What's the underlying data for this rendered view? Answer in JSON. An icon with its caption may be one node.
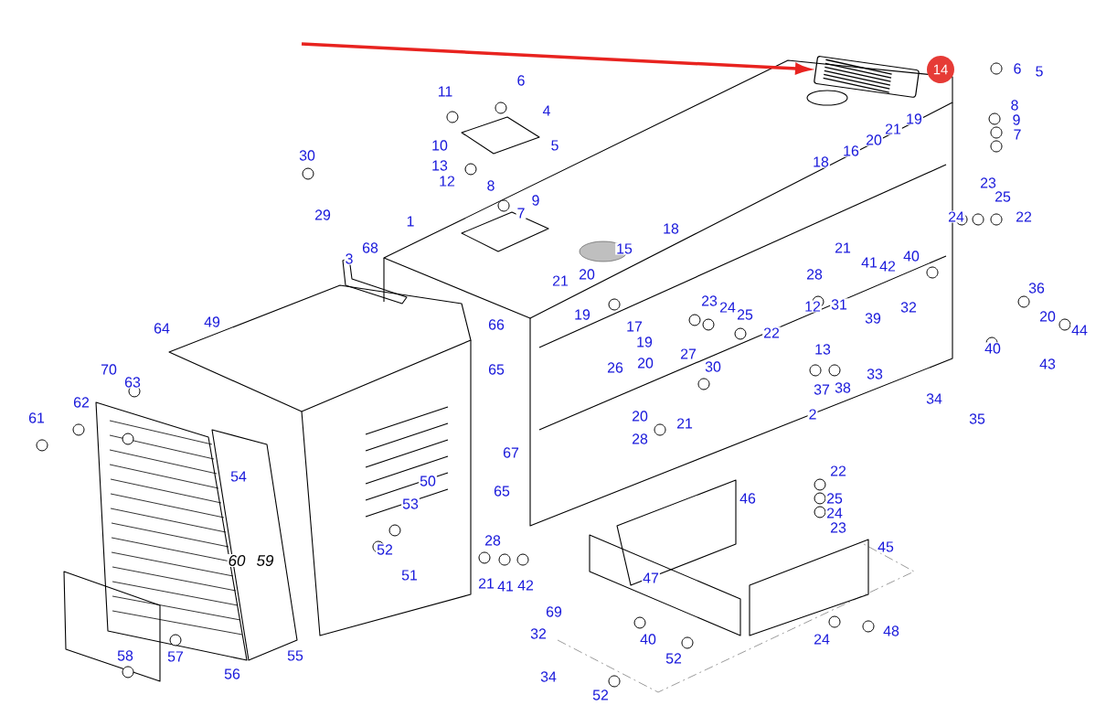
{
  "diagram": {
    "nodes": [
      {
        "text": [
          "14"
        ]
      },
      {
        "text": [],
        "shape": "picture"
      }
    ],
    "edges": [
      {
        "from": null,
        "to": 1,
        "arrow": "to",
        "color": "#e8231f"
      }
    ],
    "labels": [
      "6",
      "5",
      "11",
      "6",
      "4",
      "8",
      "9",
      "7",
      "10",
      "5",
      "30",
      "19",
      "13",
      "21",
      "20",
      "8",
      "16",
      "12",
      "18",
      "9",
      "7",
      "29",
      "23",
      "25",
      "1",
      "24",
      "22",
      "68",
      "3",
      "15",
      "18",
      "21",
      "41",
      "42",
      "40",
      "28",
      "20",
      "21",
      "19",
      "17",
      "23",
      "24",
      "25",
      "22",
      "66",
      "31",
      "12",
      "32",
      "39",
      "36",
      "20",
      "44",
      "64",
      "49",
      "13",
      "19",
      "40",
      "43",
      "70",
      "63",
      "65",
      "27",
      "26",
      "20",
      "30",
      "33",
      "37",
      "38",
      "62",
      "61",
      "34",
      "35",
      "2",
      "20",
      "21",
      "28",
      "54",
      "67",
      "65",
      "50",
      "46",
      "53",
      "22",
      "25",
      "24",
      "23",
      "45",
      "60",
      "59",
      "52",
      "28",
      "47",
      "51",
      "21",
      "41",
      "42",
      "69",
      "32",
      "40",
      "58",
      "57",
      "55",
      "56",
      "24",
      "48",
      "52",
      "34",
      "52"
    ]
  }
}
